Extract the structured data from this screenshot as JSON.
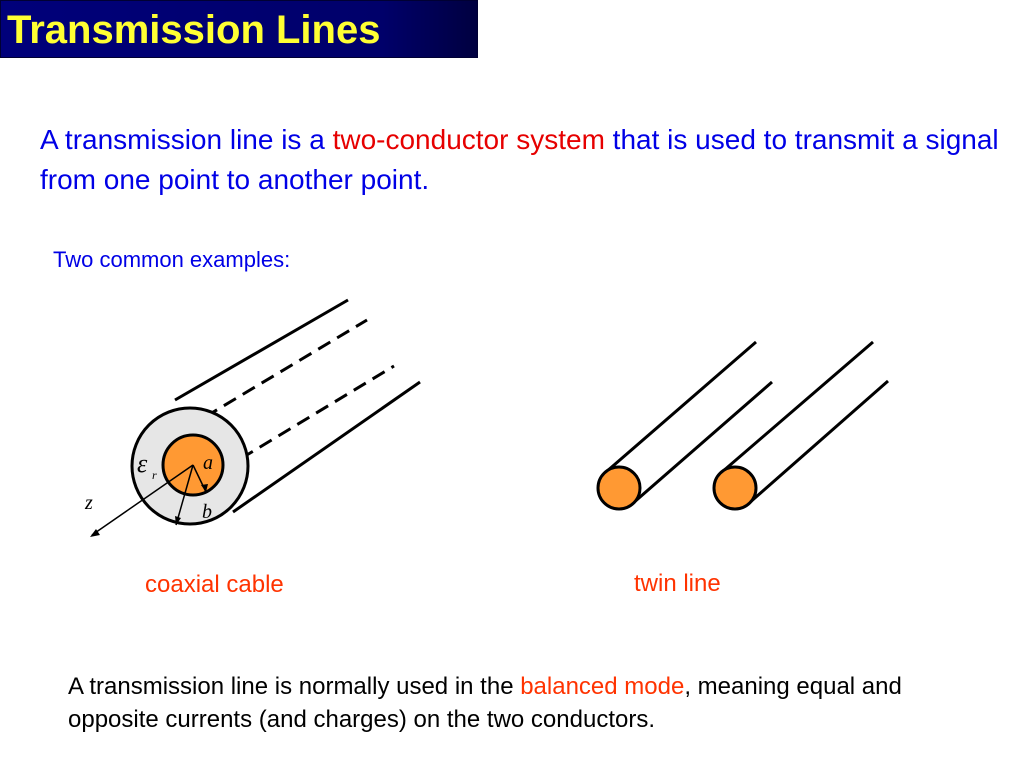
{
  "title": "Transmission Lines",
  "intro": {
    "part1": "A transmission line is a ",
    "highlight": "two-conductor system",
    "part2": " that is used to transmit a signal from one point to another point."
  },
  "examples_label": "Two common examples:",
  "diagram": {
    "coax_labels": {
      "epsilon": "ε",
      "epsilon_sub": "r",
      "a": "a",
      "b": "b",
      "z": "z"
    },
    "colors": {
      "conductor": "#ff9933",
      "dielectric": "#e6e6e6",
      "outline": "#000000"
    }
  },
  "captions": {
    "coax": "coaxial cable",
    "twin": "twin line"
  },
  "note": {
    "part1": "A transmission line is normally used in the ",
    "highlight": "balanced mode",
    "part2": ", meaning equal and opposite currents (and charges) on the two conductors."
  }
}
